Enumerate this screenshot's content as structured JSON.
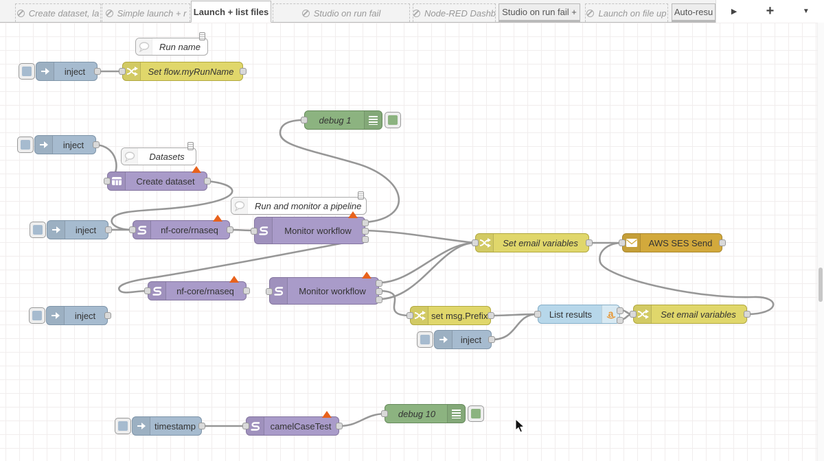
{
  "tab_bar": {
    "tabs": [
      {
        "label": "Create dataset, la",
        "state": "disabled"
      },
      {
        "label": "Simple launch + r",
        "state": "disabled"
      },
      {
        "label": "Launch + list files",
        "state": "active"
      },
      {
        "label": "Studio on run fail",
        "state": "disabled"
      },
      {
        "label": "Node-RED Dashb",
        "state": "disabled"
      },
      {
        "label": "Studio on run fail +",
        "state": "inactive"
      },
      {
        "label": "Launch on file up",
        "state": "disabled"
      },
      {
        "label": "Auto-resu",
        "state": "inactive"
      }
    ],
    "controls": {
      "scroll_right_label": "▶",
      "add_tab_label": "+",
      "tab_list_label": "▼"
    }
  },
  "comments": [
    {
      "label": "Run name"
    },
    {
      "label": "Datasets"
    },
    {
      "label": "Run and monitor a pipeline"
    }
  ],
  "nodes": [
    {
      "label": "inject",
      "type": "inject"
    },
    {
      "label": "Set flow.myRunName",
      "type": "change"
    },
    {
      "label": "inject",
      "type": "inject"
    },
    {
      "label": "Create dataset",
      "type": "seqera-dataset"
    },
    {
      "label": "inject",
      "type": "inject"
    },
    {
      "label": "nf-core/rnaseq",
      "type": "seqera-launch"
    },
    {
      "label": "Monitor workflow",
      "type": "seqera-monitor"
    },
    {
      "label": "debug 1",
      "type": "debug"
    },
    {
      "label": "Set email variables",
      "type": "change"
    },
    {
      "label": "AWS SES Send",
      "type": "aws-ses"
    },
    {
      "label": "nf-core/rnaseq",
      "type": "seqera-launch"
    },
    {
      "label": "Monitor workflow",
      "type": "seqera-monitor"
    },
    {
      "label": "inject",
      "type": "inject"
    },
    {
      "label": "set msg.Prefix",
      "type": "change"
    },
    {
      "label": "List results",
      "type": "aws-list"
    },
    {
      "label": "inject",
      "type": "inject"
    },
    {
      "label": "Set email variables",
      "type": "change"
    },
    {
      "label": "timestamp",
      "type": "inject"
    },
    {
      "label": "camelCaseTest",
      "type": "seqera-launch"
    },
    {
      "label": "debug 10",
      "type": "debug"
    }
  ],
  "icons": {
    "tab_disabled": "ban-icon",
    "inject": "arrow-right-icon",
    "change": "shuffle-icon",
    "seqera": "seqera-s-icon",
    "dataset": "table-icon",
    "debug": "list-lines-icon",
    "aws_ses": "envelope-icon",
    "aws_list": "amazon-a-icon",
    "comment": "speech-bubble-icon",
    "comment_badge": "document-icon",
    "node_warning": "warning-triangle-icon"
  },
  "colors": {
    "inject": "#a6bbcf",
    "change": "#e0d76b",
    "seqera": "#a99bc9",
    "debug": "#8cb380",
    "aws_ses": "#d2a93c",
    "aws_list": "#b7d7ea",
    "wire": "#979797",
    "warning_triangle": "#e8621c",
    "grid_line": "#f1eded"
  }
}
